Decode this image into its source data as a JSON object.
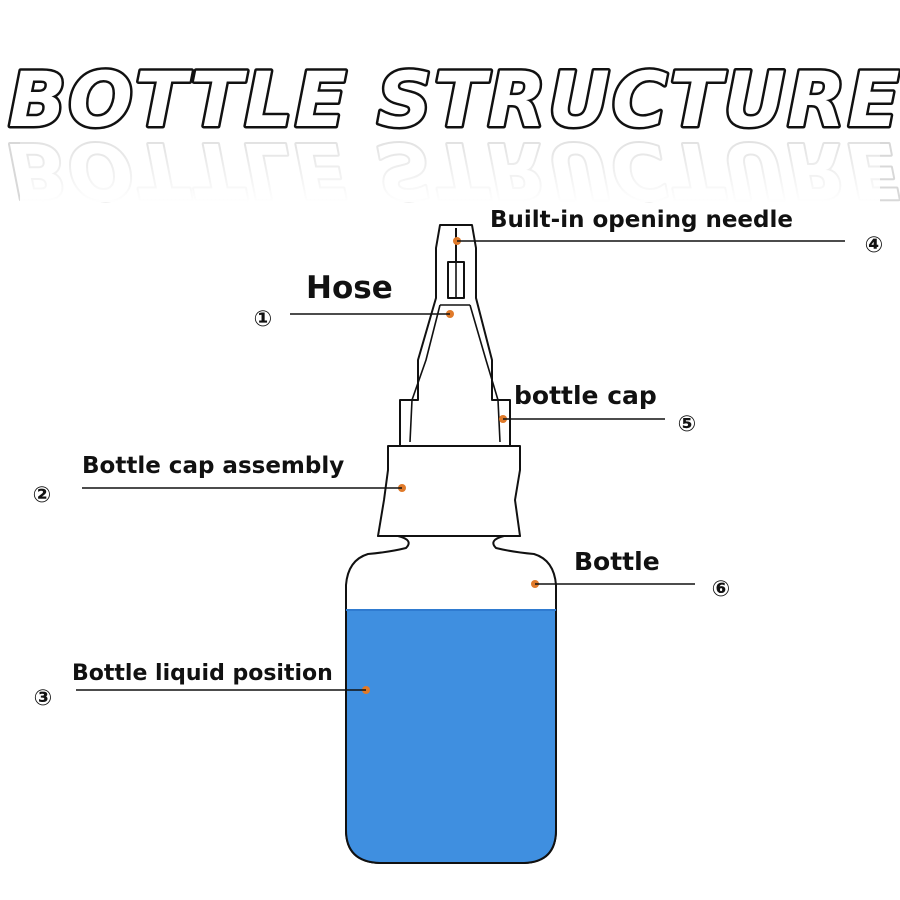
{
  "title": "BOTTLE STRUCTURE",
  "colors": {
    "liquid": "#3f8fe0",
    "liquid_edge": "#2f7bd0",
    "outline": "#111111",
    "callout_dot": "#e07a2a"
  },
  "callouts": [
    {
      "number": "①",
      "label": "Hose"
    },
    {
      "number": "②",
      "label": "Bottle cap assembly"
    },
    {
      "number": "③",
      "label": "Bottle liquid position"
    },
    {
      "number": "④",
      "label": "Built-in opening needle"
    },
    {
      "number": "⑤",
      "label": "bottle cap"
    },
    {
      "number": "⑥",
      "label": "Bottle"
    }
  ]
}
